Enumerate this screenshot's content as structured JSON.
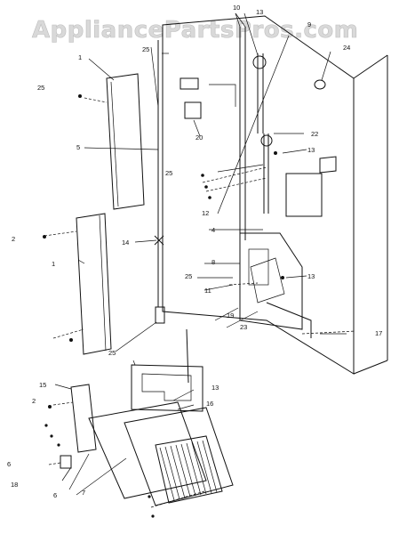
{
  "watermark": "AppliancePartsPros.com",
  "callouts": {
    "c1a": "1",
    "c1b": "1",
    "c2a": "2",
    "c2b": "2",
    "c4": "4",
    "c5": "5",
    "c6a": "6",
    "c6b": "6",
    "c7": "7",
    "c8": "8",
    "c9": "9",
    "c10": "10",
    "c11": "11",
    "c12": "12",
    "c13a": "13",
    "c13b": "13",
    "c13c": "13",
    "c13d": "13",
    "c14": "14",
    "c15": "15",
    "c16": "16",
    "c17": "17",
    "c18": "18",
    "c19": "19",
    "c20": "20",
    "c22": "22",
    "c23": "23",
    "c24": "24",
    "c25a": "25",
    "c25b": "25",
    "c25c": "25",
    "c25d": "25",
    "c25e": "25"
  }
}
